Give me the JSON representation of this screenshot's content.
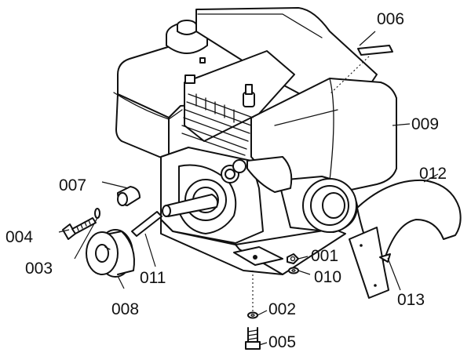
{
  "callouts": {
    "c001": "001",
    "c002": "002",
    "c003": "003",
    "c004": "004",
    "c005": "005",
    "c006": "006",
    "c007": "007",
    "c008": "008",
    "c009": "009",
    "c010": "010",
    "c011": "011",
    "c012": "012",
    "c013": "013"
  }
}
